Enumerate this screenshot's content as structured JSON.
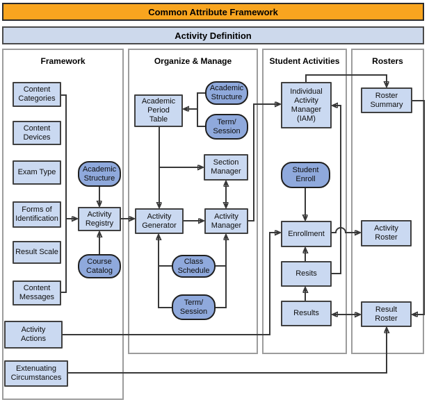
{
  "banners": {
    "primary": "Common Attribute Framework",
    "secondary": "Activity Definition"
  },
  "columns": [
    {
      "id": "framework",
      "title": "Framework"
    },
    {
      "id": "organize",
      "title": "Organize & Manage"
    },
    {
      "id": "student",
      "title": "Student Activities"
    },
    {
      "id": "rosters",
      "title": "Rosters"
    }
  ],
  "nodes": [
    {
      "id": "content_categories",
      "label": "Content\nCategories"
    },
    {
      "id": "content_devices",
      "label": "Content\nDevices"
    },
    {
      "id": "exam_type",
      "label": "Exam Type"
    },
    {
      "id": "forms_of_identification",
      "label": "Forms of\nIdentification"
    },
    {
      "id": "result_scale",
      "label": "Result Scale"
    },
    {
      "id": "content_messages",
      "label": "Content\nMessages"
    },
    {
      "id": "academic_structure_fw",
      "label": "Academic\nStructure"
    },
    {
      "id": "activity_registry",
      "label": "Activity\nRegistry"
    },
    {
      "id": "course_catalog",
      "label": "Course\nCatalog"
    },
    {
      "id": "activity_actions",
      "label": "Activity\nActions"
    },
    {
      "id": "extenuating_circumstances",
      "label": "Extenuating\nCircumstances"
    },
    {
      "id": "academic_period_table",
      "label": "Academic\nPeriod\nTable"
    },
    {
      "id": "academic_structure_om",
      "label": "Academic\nStructure"
    },
    {
      "id": "term_session_om",
      "label": "Term/\nSession"
    },
    {
      "id": "section_manager",
      "label": "Section\nManager"
    },
    {
      "id": "activity_generator",
      "label": "Activity\nGenerator"
    },
    {
      "id": "activity_manager",
      "label": "Activity\nManager"
    },
    {
      "id": "class_schedule",
      "label": "Class\nSchedule"
    },
    {
      "id": "term_session_om2",
      "label": "Term/\nSession"
    },
    {
      "id": "iam",
      "label": "Individual\nActivity\nManager\n(IAM)"
    },
    {
      "id": "student_enroll",
      "label": "Student\nEnroll"
    },
    {
      "id": "enrollment",
      "label": "Enrollment"
    },
    {
      "id": "resits",
      "label": "Resits"
    },
    {
      "id": "results",
      "label": "Results"
    },
    {
      "id": "roster_summary",
      "label": "Roster\nSummary"
    },
    {
      "id": "activity_roster",
      "label": "Activity\nRoster"
    },
    {
      "id": "result_roster",
      "label": "Result\nRoster"
    }
  ],
  "edges": [
    {
      "from": "content_categories",
      "to": "activity_registry",
      "arrow": true
    },
    {
      "from": "content_messages",
      "to": "activity_registry",
      "arrow": true
    },
    {
      "from": "forms_of_identification",
      "to": "activity_registry",
      "arrow": true
    },
    {
      "from": "academic_structure_fw",
      "to": "activity_registry",
      "arrow": true
    },
    {
      "from": "course_catalog",
      "to": "activity_registry",
      "arrow": true
    },
    {
      "from": "activity_registry",
      "to": "activity_generator",
      "arrow": true
    },
    {
      "from": "academic_structure_om",
      "to": "academic_period_table",
      "arrow": true
    },
    {
      "from": "term_session_om",
      "to": "academic_period_table",
      "arrow": true
    },
    {
      "from": "academic_period_table",
      "to": "activity_generator",
      "arrow": true
    },
    {
      "from": "academic_period_table",
      "to": "section_manager",
      "arrow": true
    },
    {
      "from": "section_manager",
      "to": "activity_manager",
      "arrow": "both"
    },
    {
      "from": "activity_generator",
      "to": "activity_manager",
      "arrow": true
    },
    {
      "from": "class_schedule",
      "to": "activity_generator",
      "arrow": true
    },
    {
      "from": "class_schedule",
      "to": "activity_manager",
      "arrow": true
    },
    {
      "from": "term_session_om2",
      "to": "activity_generator",
      "arrow": true
    },
    {
      "from": "term_session_om2",
      "to": "activity_manager",
      "arrow": true
    },
    {
      "from": "activity_manager",
      "to": "iam",
      "arrow": true
    },
    {
      "from": "iam",
      "to": "roster_summary",
      "arrow": true
    },
    {
      "from": "resits",
      "to": "iam",
      "arrow": true
    },
    {
      "from": "student_enroll",
      "to": "enrollment",
      "arrow": true
    },
    {
      "from": "resits",
      "to": "enrollment",
      "arrow": true
    },
    {
      "from": "results",
      "to": "resits",
      "arrow": true
    },
    {
      "from": "enrollment",
      "to": "activity_roster",
      "arrow": true
    },
    {
      "from": "results",
      "to": "result_roster",
      "arrow": "both"
    },
    {
      "from": "roster_summary",
      "to": "result_roster",
      "arrow": true
    },
    {
      "from": "activity_actions",
      "to": "enrollment",
      "arrow": true
    },
    {
      "from": "extenuating_circumstances",
      "to": "result_roster",
      "arrow": true
    }
  ],
  "colors": {
    "banner_orange": "#F9A51F",
    "banner_blue": "#CDD9EC",
    "box_fill": "#CAD9F1",
    "pill_fill": "#8FA9DC",
    "line": "#383838",
    "column_border": "#9C9C9C"
  }
}
